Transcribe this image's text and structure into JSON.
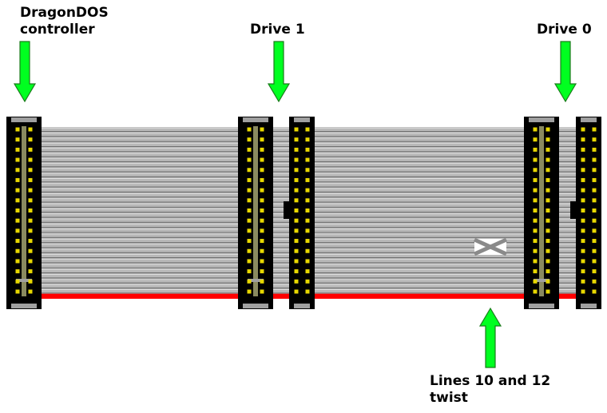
{
  "labels": {
    "controller": [
      "DragonDOS",
      "controller"
    ],
    "drive1": "Drive 1",
    "drive0": "Drive 0",
    "twist": [
      "Lines 10 and 12",
      "twist"
    ]
  },
  "colors": {
    "background": "#ffffff",
    "arrow": "#00ff20",
    "arrow_outline": "#1b7a1b",
    "cable_wire": "#b8b8b8",
    "cable_wire_shadow": "#707070",
    "stripe_red": "#ff0000",
    "connector_body": "#000000",
    "connector_pin": "#e8d800",
    "connector_cap": "#a0a0a0"
  },
  "icons": [
    "down-arrow-icon",
    "up-arrow-icon",
    "twist-cross-icon"
  ]
}
